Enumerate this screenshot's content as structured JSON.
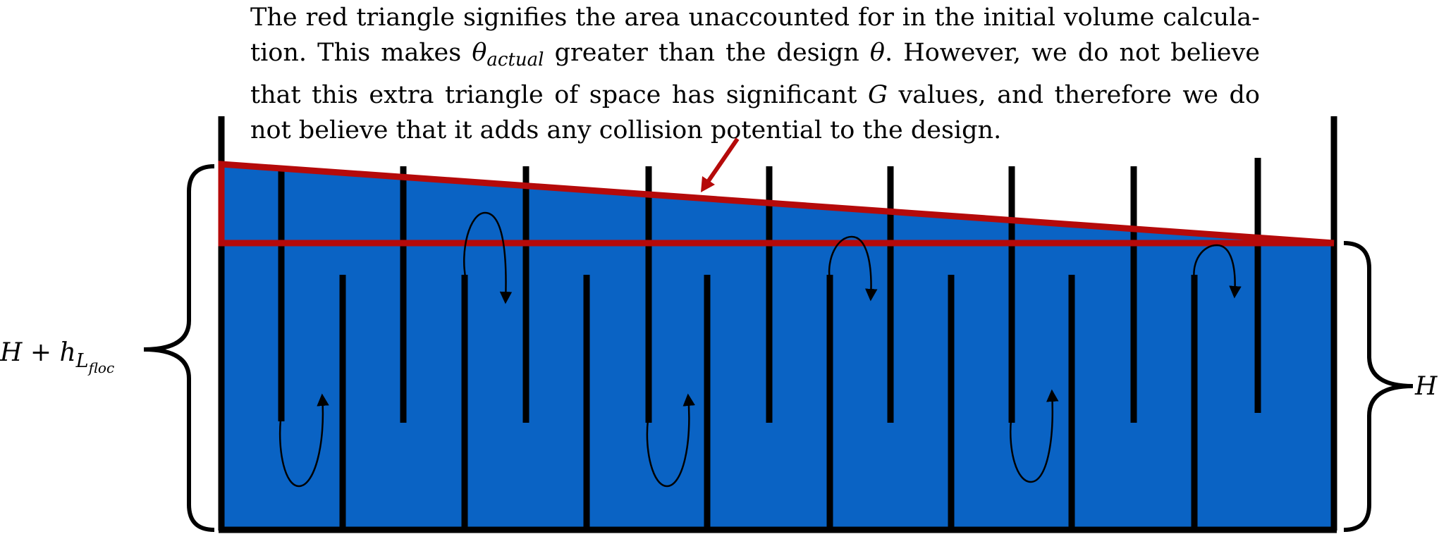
{
  "caption": {
    "line1": "The red triangle signifies the area unaccounted for in the initial volume calcula-",
    "line2_pre": "tion. This makes ",
    "theta": "θ",
    "actual_sub": "actual",
    "line2_mid": " greater than the design ",
    "line2_post": ". However, we do not believe",
    "line3_pre": "that this extra triangle of space has significant ",
    "g": "G",
    "line3_post": " values, and therefore we do",
    "line4": "not believe that it adds any collision potential to the design."
  },
  "labels": {
    "left_main": "H + h",
    "left_sub": "L",
    "left_subsub": "floc",
    "right": "H"
  },
  "colors": {
    "water": "#0A63C4",
    "triangle": "#B50A0A",
    "ink": "#000000"
  },
  "icons": {
    "flow_arrows": "curved-arrow-icon",
    "pointer": "arrow-icon"
  }
}
